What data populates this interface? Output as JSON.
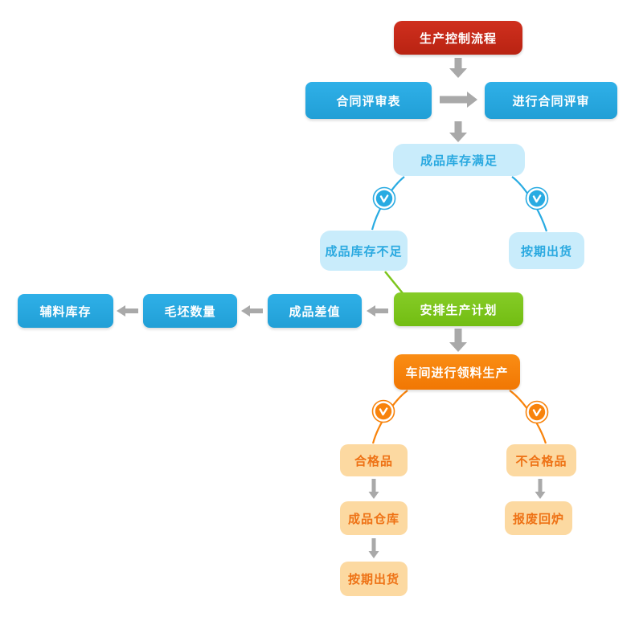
{
  "title": "生产控制流程",
  "colors": {
    "red": "#c5291c",
    "blue": "#29abe2",
    "light_blue_bg": "#c9ecfb",
    "light_blue_text": "#2aa9e0",
    "green": "#7cc51c",
    "orange": "#f8830b",
    "tan_bg": "#fcd9a1",
    "tan_text": "#ee7215",
    "arrow_gray": "#a9a9a9"
  },
  "icons": {
    "branch_marker": "clock-icon"
  },
  "nodes": {
    "start": {
      "label": "生产控制流程"
    },
    "contract_form": {
      "label": "合同评审表"
    },
    "contract_review": {
      "label": "进行合同评审"
    },
    "stock_ok": {
      "label": "成品库存满足"
    },
    "stock_insufficient": {
      "label": "成品库存不足"
    },
    "ship_on_time": {
      "label": "按期出货"
    },
    "aux_stock": {
      "label": "辅料库存"
    },
    "blank_qty": {
      "label": "毛坯数量"
    },
    "product_diff": {
      "label": "成品差值"
    },
    "plan": {
      "label": "安排生产计划"
    },
    "workshop": {
      "label": "车间进行领料生产"
    },
    "qualified": {
      "label": "合格品"
    },
    "unqualified": {
      "label": "不合格品"
    },
    "warehouse": {
      "label": "成品仓库"
    },
    "scrap": {
      "label": "报废回炉"
    },
    "ship_on_time_final": {
      "label": "按期出货"
    }
  }
}
